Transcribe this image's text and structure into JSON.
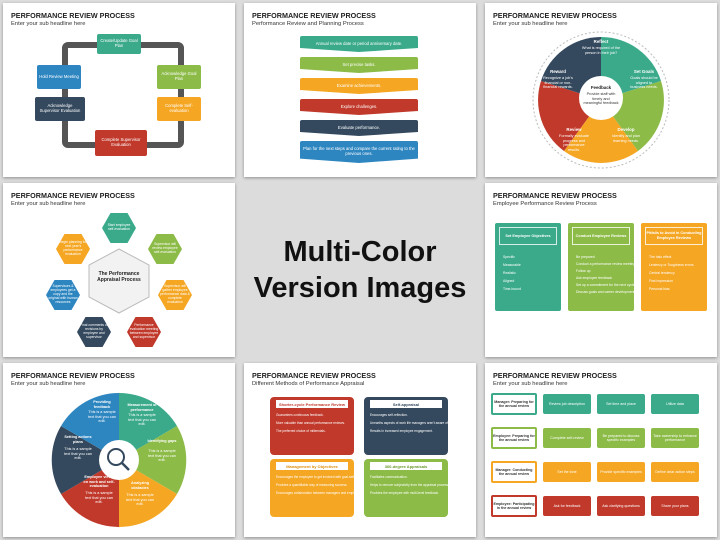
{
  "title": "PERFORMANCE REVIEW PROCESS",
  "center_text": {
    "line1": "Multi-Color",
    "line2": "Version Images"
  },
  "s1": {
    "sub": "Enter your sub headline here",
    "boxes": [
      "Create/Update Goal Plan",
      "Acknowledge Goal Plan",
      "Complete Self-evaluation",
      "Complete Supervisor Evaluation",
      "Acknowledge Supervisor Evaluation",
      "Hold Review Meeting"
    ]
  },
  "s2": {
    "sub": "Performance Review and Planning Process",
    "steps": [
      "Annual review date or period anniversary date.",
      "Set precise tasks.",
      "Examine achievements.",
      "Explore challenges.",
      "Evaluate performance.",
      "Plan for the next steps and compare the current rating to the previous ones."
    ]
  },
  "s3": {
    "sub": "Enter your sub headline here",
    "segments": [
      {
        "title": "Reflect",
        "text": "What is required of the person in their job?"
      },
      {
        "title": "Set Goals",
        "text": "Goals should be aligned to business needs."
      },
      {
        "title": "Develop",
        "text": "Identify and plan learning needs."
      },
      {
        "title": "Review",
        "text": "Formally evaluate progress and performance results."
      },
      {
        "title": "Reward",
        "text": "Recognize a job's financial or non-financial rewards."
      }
    ],
    "center_title": "Feedback",
    "center_text": "Provide staff with timely and meaningful feedback"
  },
  "s4": {
    "sub": "Enter your sub headline here",
    "center": "The Performance Appraisal Process",
    "items": [
      "Start employee self-evaluation",
      "Supervisor will review employee self-evaluation",
      "Supervisor will gather employee performance data & complete evaluation",
      "Performance evaluation meeting between employee and supervisor",
      "Final comments or revisions by employee and supervisor",
      "Supervisors & employees get a copy and the original with human resources",
      "Begin planning for next year's performance evaluation"
    ]
  },
  "s6": {
    "sub": "Employee Performance Review Process",
    "cols": [
      {
        "head": "Set Employee Objectives",
        "items": [
          "Specific",
          "Measurable",
          "Realistic",
          "Aligned",
          "Time-bound"
        ]
      },
      {
        "head": "Conduct Employee Reviews",
        "items": [
          "Be prepared",
          "Conduct a performance review meeting",
          "Follow up",
          "Ask employee feedback",
          "Set up a commitment for the next cycle",
          "Discuss goals and career development"
        ]
      },
      {
        "head": "Pitfalls to Avoid in Conducting Employee Reviews",
        "items": [
          "The halo effect",
          "Leniency or Toughness errors",
          "Central tendency",
          "First impression",
          "Personal bias"
        ]
      }
    ]
  },
  "s7": {
    "sub": "Enter your sub headline here",
    "segments": [
      "Providing feedback",
      "Measurement of performance",
      "Identifying gaps",
      "Analyzing obstacles",
      "Employee views on work and self-evaluation",
      "Setting actions plans"
    ],
    "note": "This is a sample text that you can edit."
  },
  "s8": {
    "sub": "Different Methods of Performance Appraisal",
    "panels": [
      {
        "title": "Shorter-cycle Performance Review",
        "items": [
          "Guarantees continuous feedback.",
          "More valuable than annual performance reviews.",
          "The preferred choice of millennials."
        ]
      },
      {
        "title": "Self-appraisal",
        "items": [
          "Encourages self-reflection.",
          "Unearths aspects of work life managers aren't aware of.",
          "Results in increased employee engagement."
        ]
      },
      {
        "title": "Management by Objectives",
        "items": [
          "Encourages the employee to get involved with goal-setting.",
          "Provides a quantifiable way of measuring success.",
          "Encourages collaboration between managers and employees."
        ]
      },
      {
        "title": "360-degree Appraisals",
        "items": [
          "Facilitates communication.",
          "Helps to remove subjectivity from the appraisal process.",
          "Provides the employee with multi-level feedback."
        ]
      }
    ]
  },
  "s9": {
    "sub": "Enter your sub headline here",
    "rows": [
      {
        "label": "Manager: Preparing for the annual review",
        "cells": [
          "Review job description",
          "Set time and place",
          "Utilize data"
        ]
      },
      {
        "label": "Employee: Preparing for the annual review",
        "cells": [
          "Complete self-review",
          "Be prepared to discuss specific examples",
          "Take ownership to enhance performance"
        ]
      },
      {
        "label": "Manager: Conducting the annual review",
        "cells": [
          "Set the tone",
          "Provide specific examples",
          "Define clear action steps"
        ]
      },
      {
        "label": "Employee: Participating in the annual review",
        "cells": [
          "Ask for feedback",
          "Ask clarifying questions",
          "Share your plans"
        ]
      }
    ]
  }
}
